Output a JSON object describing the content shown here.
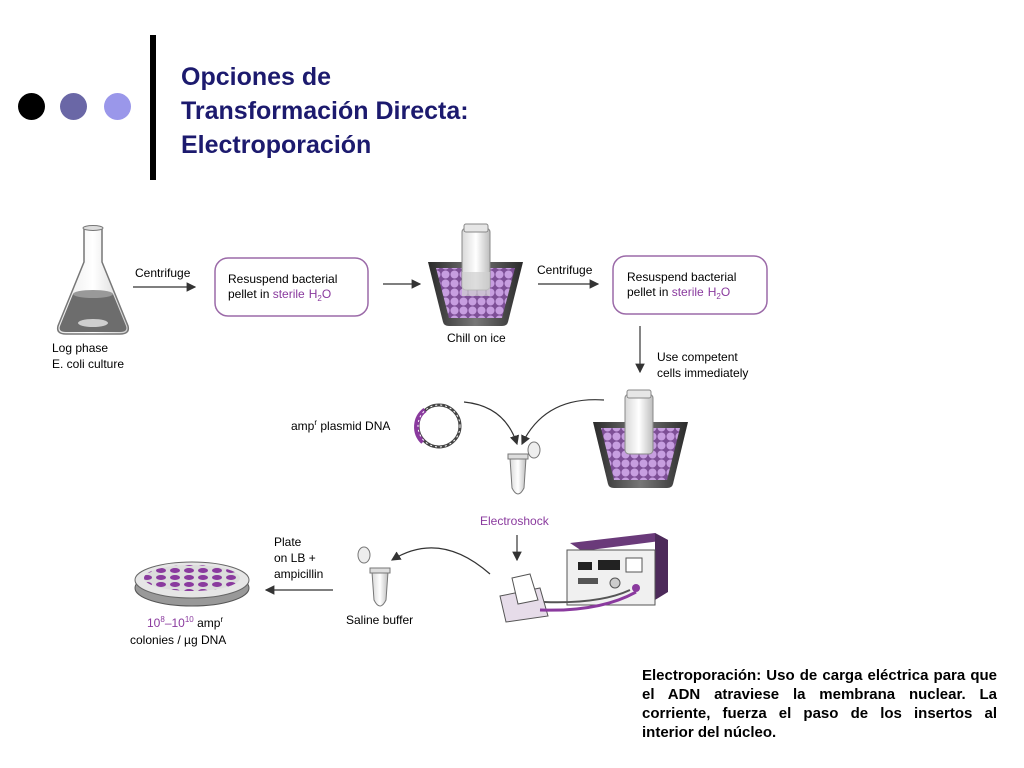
{
  "slide": {
    "title_lines": [
      "Opciones de",
      "Transformación Directa:",
      "Electroporación"
    ],
    "caption": "Electroporación: Uso de carga eléctrica para que el ADN atraviese la membrana nuclear. La corriente, fuerza el paso de los insertos al interior del núcleo."
  },
  "diagram": {
    "log_phase": [
      "Log phase",
      "E. coli culture"
    ],
    "centrifuge_1": "Centrifuge",
    "resuspend_1": {
      "line1": "Resuspend bacterial",
      "line2_prefix": "pellet in ",
      "sterile": "sterile",
      "h": "H",
      "sub": "2",
      "o": "O"
    },
    "chill": "Chill on ice",
    "centrifuge_2": "Centrifuge",
    "resuspend_2": {
      "line1": "Resuspend bacterial",
      "line2_prefix": "pellet in ",
      "sterile": "sterile",
      "h": "H",
      "sub": "2",
      "o": "O"
    },
    "use_competent": [
      "Use competent",
      "cells immediately"
    ],
    "plasmid": {
      "prefix": "amp",
      "sup": "r",
      "suffix": " plasmid DNA"
    },
    "electroshock": "Electroshock",
    "plate": [
      "Plate",
      "on LB +",
      "ampicillin"
    ],
    "saline": "Saline buffer",
    "colonies": {
      "a": "10",
      "a_sup": "8",
      "dash": "–10",
      "b_sup": "10",
      "amp": " amp",
      "amp_sup": "r",
      "line2": "colonies / µg DNA"
    }
  },
  "colors": {
    "title": "#1c1a6e",
    "accent": "#8a3a9e",
    "cells": "#a77ac7",
    "box_stroke": "#9b6aa8"
  }
}
